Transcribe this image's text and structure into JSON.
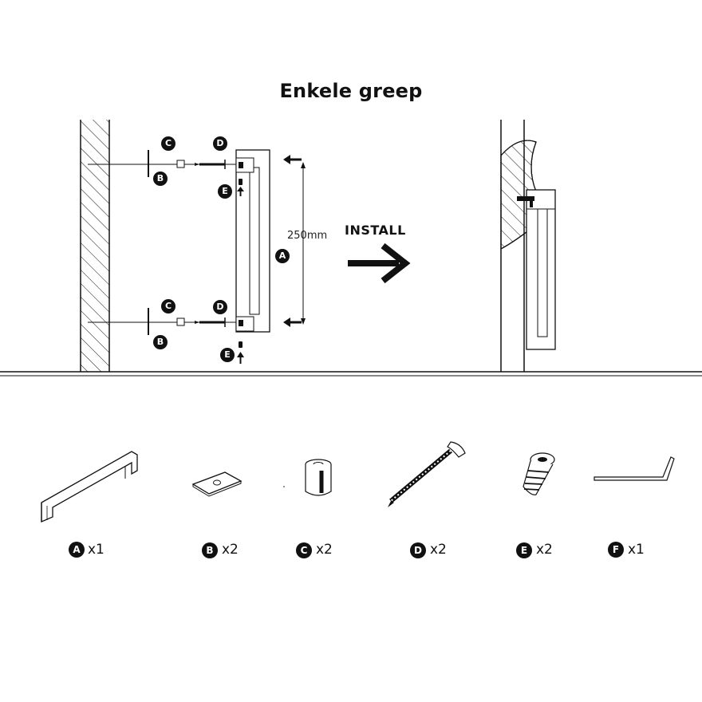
{
  "title": "Enkele greep",
  "install_label": "INSTALL",
  "dimension_label": "250mm",
  "callouts": {
    "A": "A",
    "B": "B",
    "C": "C",
    "D": "D",
    "E": "E",
    "F": "F"
  },
  "parts": [
    {
      "letter": "A",
      "qty": "x1",
      "name": "handle"
    },
    {
      "letter": "B",
      "qty": "x2",
      "name": "spacer-plate"
    },
    {
      "letter": "C",
      "qty": "x2",
      "name": "wall-plug"
    },
    {
      "letter": "D",
      "qty": "x2",
      "name": "screw"
    },
    {
      "letter": "E",
      "qty": "x2",
      "name": "set-screw"
    },
    {
      "letter": "F",
      "qty": "x1",
      "name": "allen-key"
    }
  ],
  "colors": {
    "ink": "#111111",
    "background": "#ffffff"
  }
}
